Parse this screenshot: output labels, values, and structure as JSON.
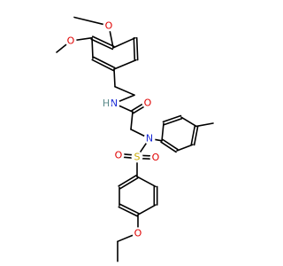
{
  "molecule": {
    "atom_colors": {
      "O": "#e00000",
      "N": "#1a2bd6",
      "S": "#c8a800",
      "H": "#5a8a8a"
    },
    "labels": {
      "o_methoxy_top": "O",
      "o_methoxy_left": "O",
      "n_amide": "N",
      "h_amide": "H",
      "o_carbonyl": "O",
      "n_sulfonamide": "N",
      "s_sulfonyl": "S",
      "o_sulfonyl_left": "O",
      "o_sulfonyl_right": "O",
      "o_ethoxy": "O"
    }
  }
}
